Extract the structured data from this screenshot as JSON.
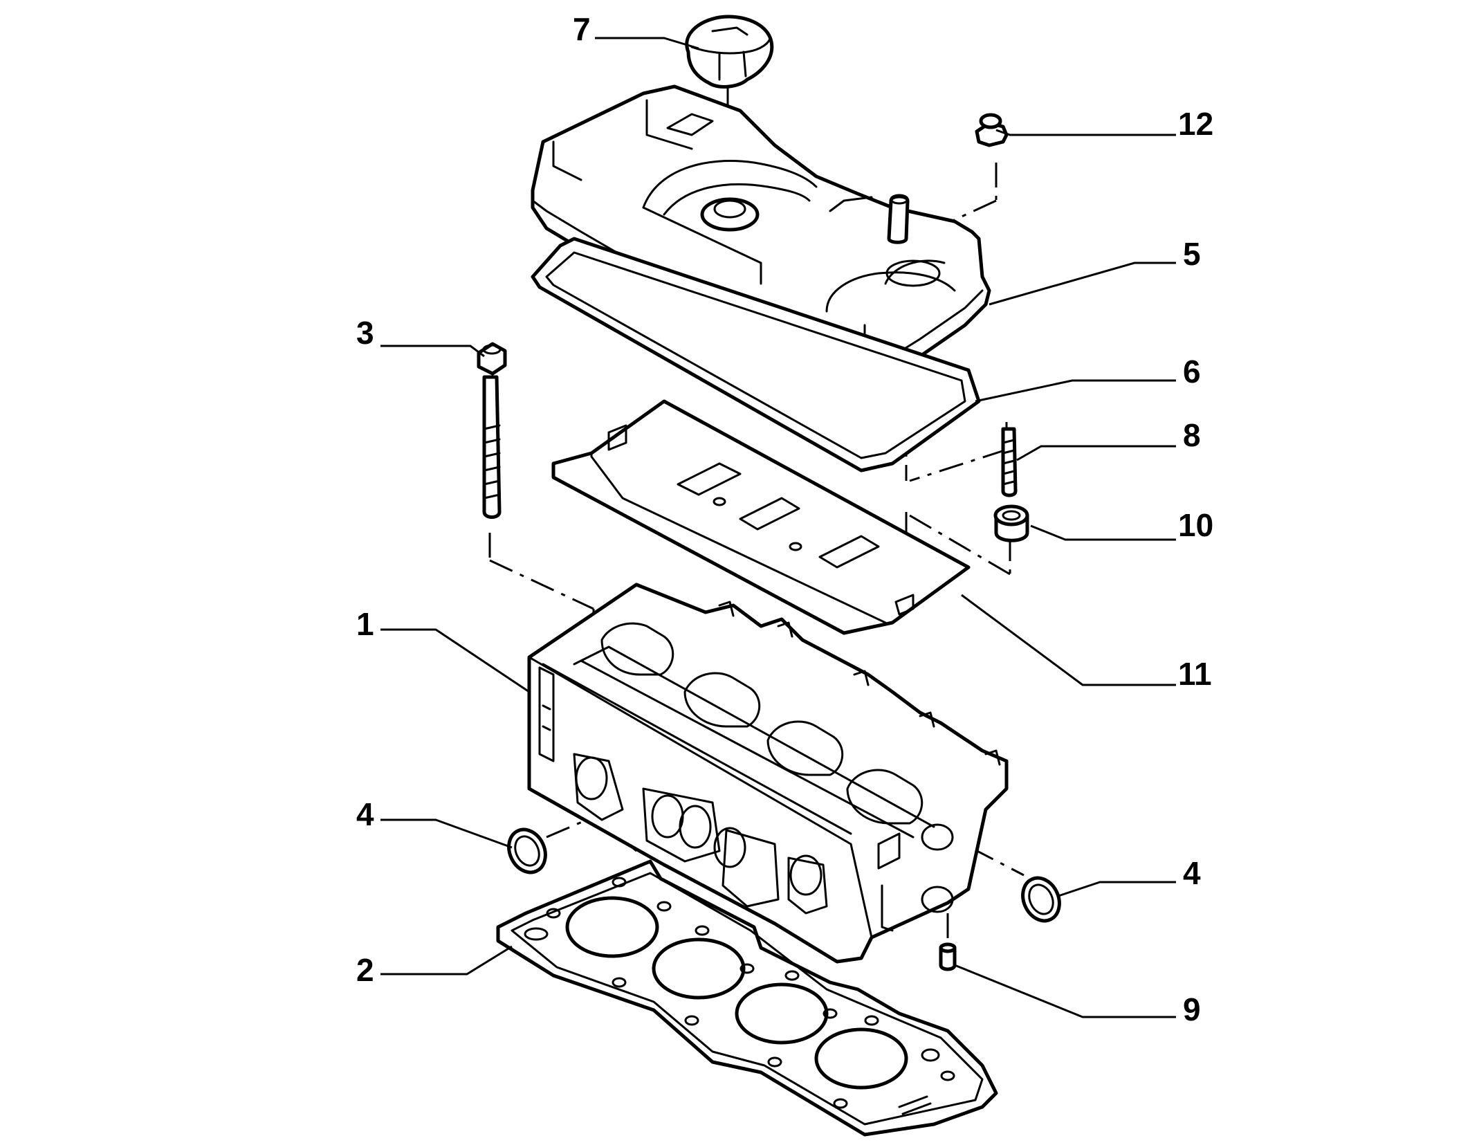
{
  "callouts": {
    "c1": "1",
    "c2": "2",
    "c3": "3",
    "c4a": "4",
    "c4b": "4",
    "c5": "5",
    "c6": "6",
    "c7": "7",
    "c8": "8",
    "c9": "9",
    "c10": "10",
    "c11": "11",
    "c12": "12"
  }
}
